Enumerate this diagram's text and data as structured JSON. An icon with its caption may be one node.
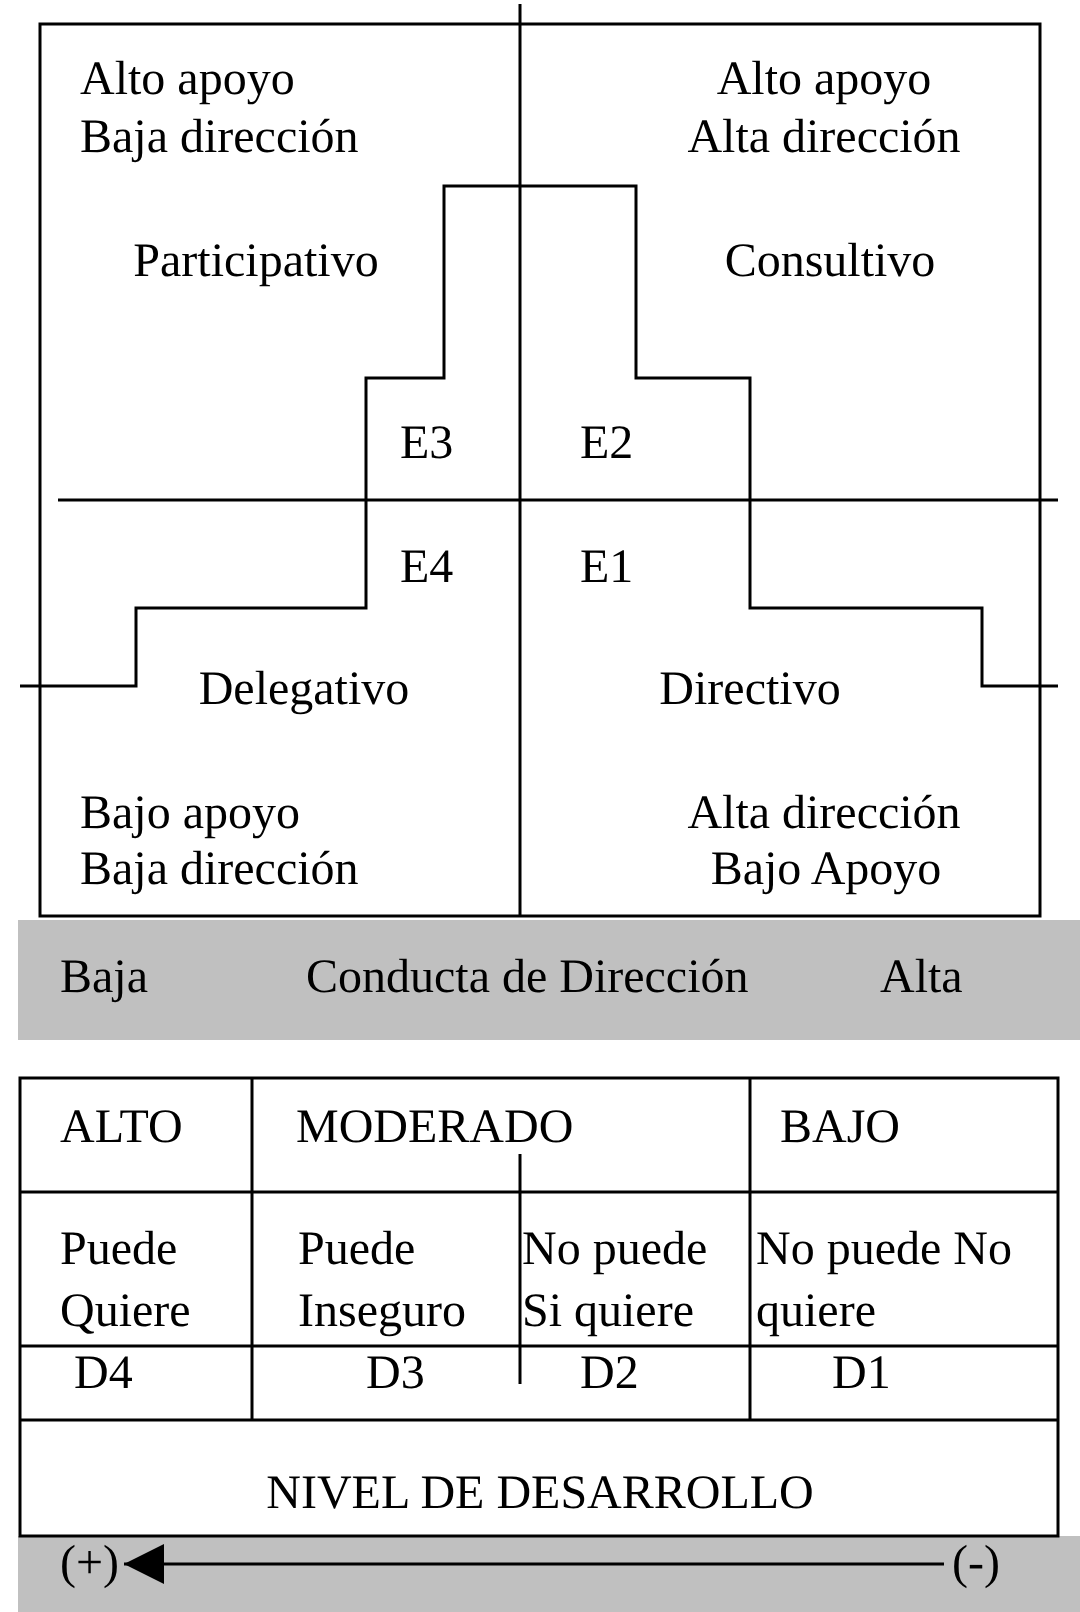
{
  "diagram": {
    "nodes": [
      {
        "text": [
          "(+)"
        ]
      },
      {
        "text": [
          "(-)"
        ]
      }
    ],
    "edges": [
      {
        "from": 1,
        "to": 0,
        "arrow": "to"
      }
    ],
    "labels": [
      "Alto apoyo",
      "Baja dirección",
      "Alto apoyo",
      "Alta dirección",
      "Participativo",
      "Consultivo",
      "E3",
      "E2",
      "E4",
      "E1",
      "Delegativo",
      "Directivo",
      "Bajo apoyo",
      "Baja dirección",
      "Alta dirección",
      "Bajo Apoyo",
      "Baja",
      "Conducta de Dirección",
      "Alta",
      "ALTO",
      "MODERADO",
      "BAJO",
      "Puede Quiere",
      "Puede Inseguro",
      "No puede Si quiere",
      "No puede No quiere",
      "D4",
      "D3",
      "D2",
      "D1",
      "NIVEL DE DESARROLLO"
    ]
  }
}
